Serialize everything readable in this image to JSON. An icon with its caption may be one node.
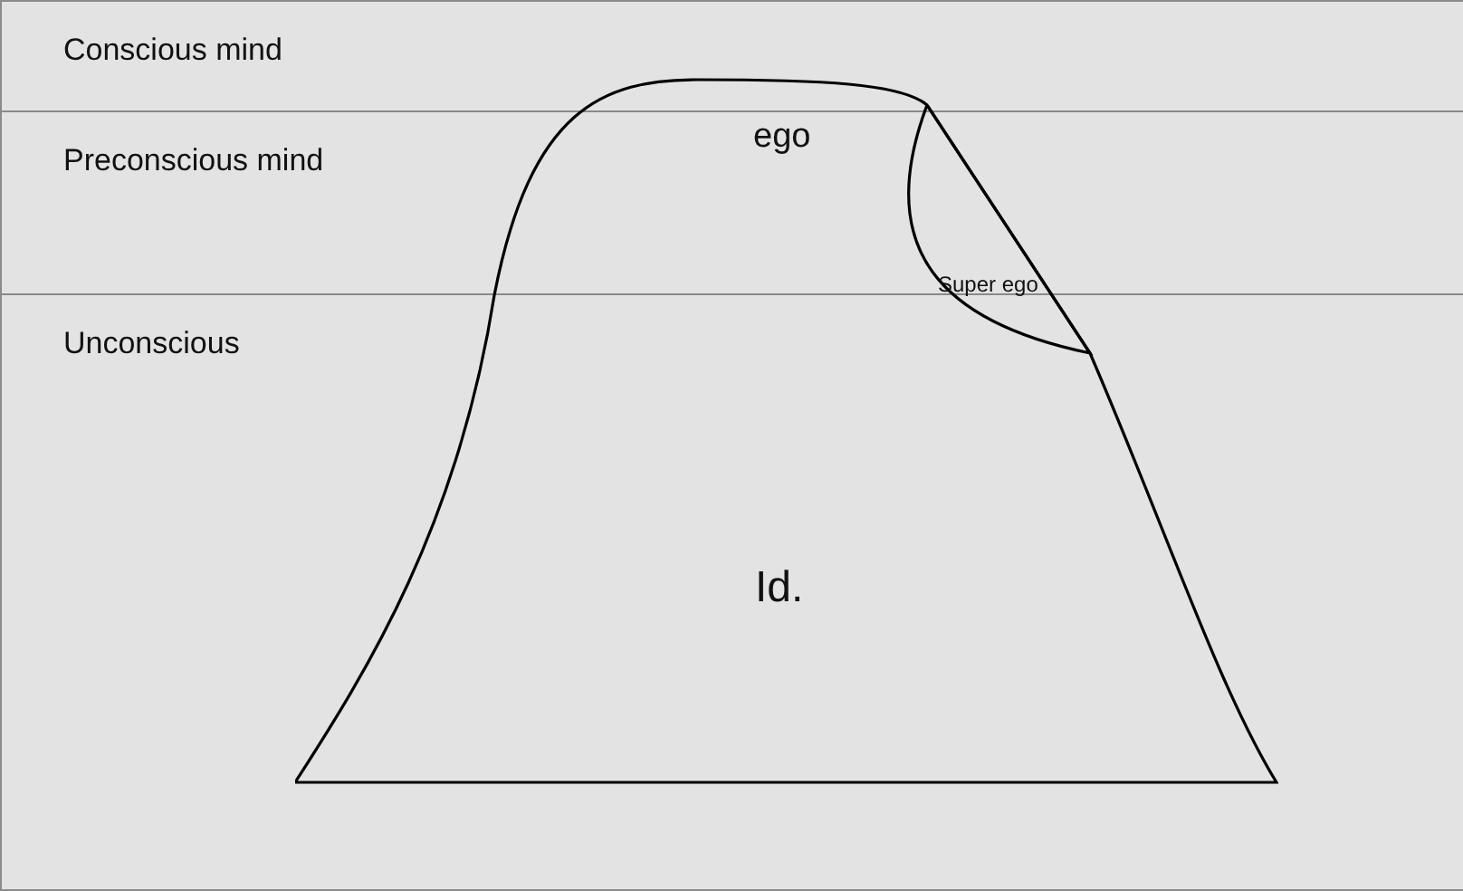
{
  "diagram": {
    "nodes": [
      {
        "text": [
          "Conscious mind"
        ]
      },
      {
        "text": [
          "Preconscious mind"
        ]
      },
      {
        "text": [
          "Unconscious"
        ]
      },
      {
        "text": [
          "Id."
        ]
      },
      {
        "text": [
          "Super ego"
        ],
        "in": 3
      }
    ],
    "labels": [
      "ego"
    ]
  }
}
